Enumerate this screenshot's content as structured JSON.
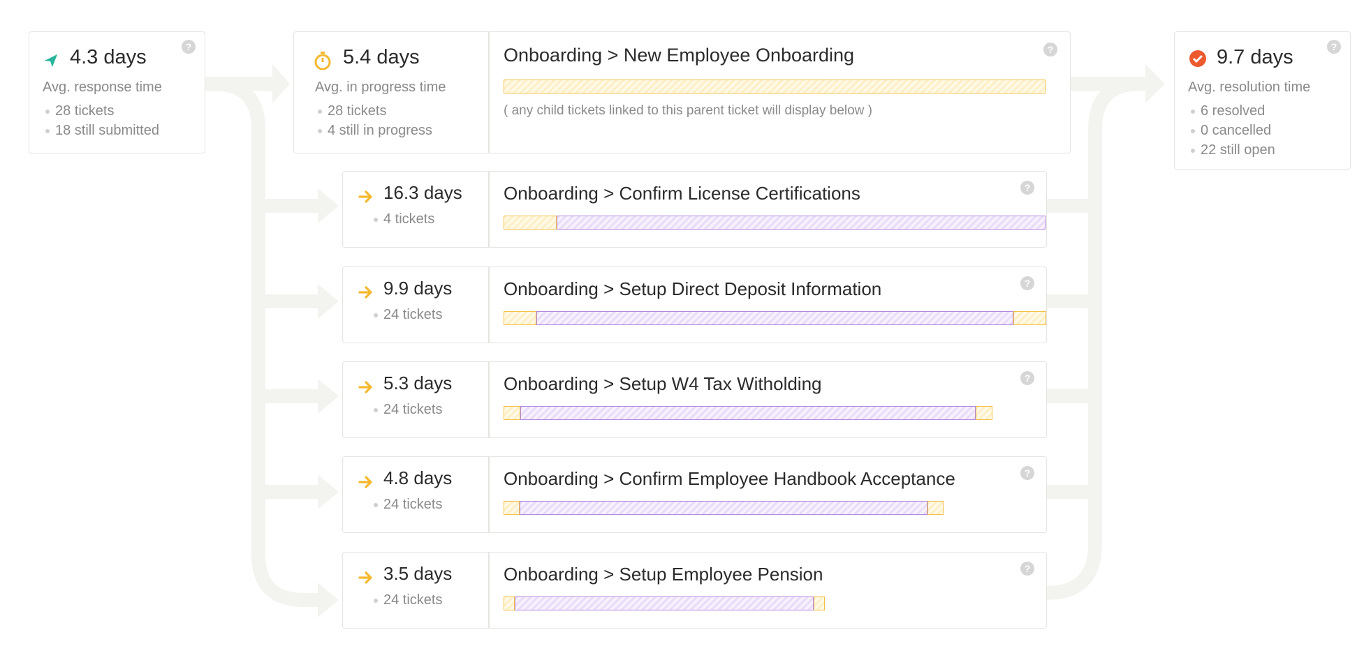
{
  "response": {
    "value": "4.3 days",
    "label": "Avg. response time",
    "stats": [
      "28 tickets",
      "18 still submitted"
    ],
    "icon": "send-icon",
    "icon_color": "#26b49b"
  },
  "in_progress": {
    "value": "5.4 days",
    "label": "Avg. in progress time",
    "stats": [
      "28 tickets",
      "4 still in progress"
    ],
    "icon": "stopwatch-icon",
    "icon_color": "#f5b82e",
    "title": "Onboarding > New Employee Onboarding",
    "note": "( any child tickets linked to this parent ticket will display below )",
    "bar_fraction": 1.0
  },
  "resolution": {
    "value": "9.7 days",
    "label": "Avg. resolution time",
    "stats": [
      "6 resolved",
      "0 cancelled",
      "22 still open"
    ],
    "icon": "check-circle-icon",
    "icon_color": "#ec5a2e"
  },
  "help_glyph": "?",
  "colors": {
    "waiting": "#f3c14a",
    "active": "#b48ae0",
    "flow": "#f3f3f0"
  },
  "children": [
    {
      "value": "16.3 days",
      "tickets": "4 tickets",
      "title": "Onboarding > Confirm License Certifications",
      "wait_before": 0.098,
      "active": 0.902,
      "wait_after": 0.0
    },
    {
      "value": "9.9 days",
      "tickets": "24 tickets",
      "title": "Onboarding > Setup Direct Deposit Information",
      "wait_before": 0.06,
      "active": 0.88,
      "wait_after": 0.06
    },
    {
      "value": "5.3 days",
      "tickets": "24 tickets",
      "title": "Onboarding > Setup W4 Tax Witholding",
      "wait_before": 0.031,
      "active": 0.84,
      "wait_after": 0.031
    },
    {
      "value": "4.8 days",
      "tickets": "24 tickets",
      "title": "Onboarding > Confirm Employee Handbook Acceptance",
      "wait_before": 0.029,
      "active": 0.753,
      "wait_after": 0.029
    },
    {
      "value": "3.5 days",
      "tickets": "24 tickets",
      "title": "Onboarding > Setup Employee Pension",
      "wait_before": 0.021,
      "active": 0.552,
      "wait_after": 0.021
    }
  ]
}
